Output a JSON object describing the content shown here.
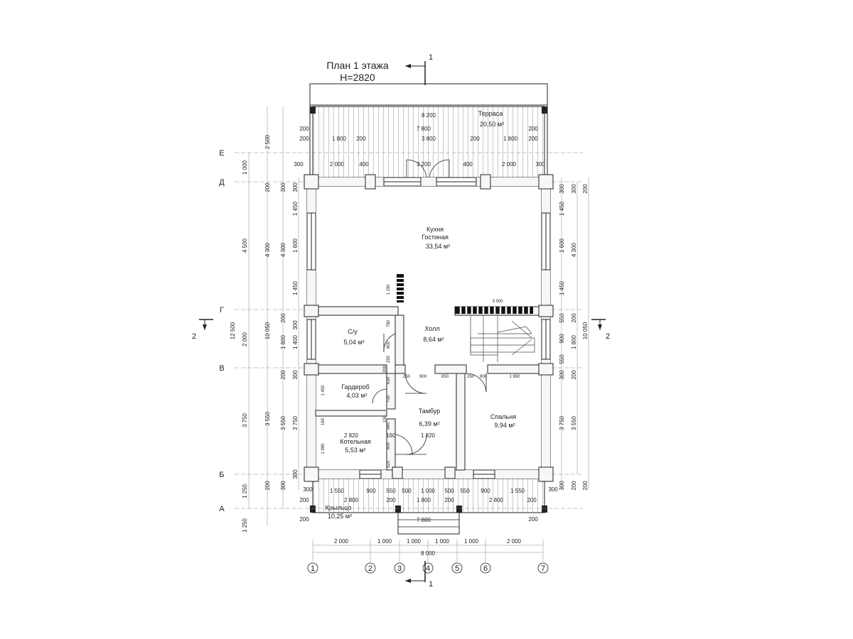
{
  "title": {
    "line1": "План 1 этажа",
    "line2": "H=2820"
  },
  "rooms": {
    "terrace": {
      "name": "Терраса",
      "area": "20,50 м²"
    },
    "kitchen": {
      "name1": "Кухня",
      "name2": "Гостиная",
      "area": "33,54 м²"
    },
    "wc": {
      "name": "С/у",
      "area": "5,04 м²"
    },
    "hall": {
      "name": "Холл",
      "area": "8,64 м²"
    },
    "wardrobe": {
      "name": "Гардероб",
      "area": "4,03 м²"
    },
    "tambour": {
      "name": "Тамбур",
      "area": "6,39 м²"
    },
    "bedroom": {
      "name": "Спальня",
      "area": "9,94 м²"
    },
    "boiler": {
      "name": "Котельная",
      "area": "5,53 м²"
    },
    "porch": {
      "name": "Крыльцо",
      "area": "10,25 м²"
    }
  },
  "axes": {
    "columns": [
      "1",
      "2",
      "3",
      "4",
      "5",
      "6",
      "7"
    ],
    "rows": [
      "Е",
      "Д",
      "Г",
      "В",
      "Б",
      "А"
    ]
  },
  "sections": {
    "s1": "1",
    "s2": "2"
  },
  "dims": {
    "terrace_8200": "8 200",
    "terrace_7800": "7 800",
    "terrace_3800": "3 800",
    "terrace_3200": "3 200",
    "d200": "200",
    "d1800": "1 800",
    "d2000": "2 000",
    "d300": "300",
    "d400": "400",
    "left_2500": "2 500",
    "left_1000": "1 000",
    "left_4500": "4 500",
    "left_2000": "2 000",
    "left_3750": "3 750",
    "left_1250": "1 250",
    "left_12500": "12 500",
    "left_10050": "10 050",
    "d1450": "1 450",
    "d1600": "1 600",
    "d4300": "4 300",
    "d1400": "1 400",
    "d3550": "3 550",
    "d550": "550",
    "d900": "900",
    "d1650": "1 650",
    "d3000": "3 000",
    "d250": "250",
    "d650": "650",
    "d2820": "2 820",
    "d160": "160",
    "d1820": "1 820",
    "d1550": "1 550",
    "d500": "500",
    "d1000": "1 000",
    "d2800": "2 800",
    "d8000": "8 000",
    "d1150": "1 150",
    "d780": "780",
    "d800": "800",
    "d630": "630",
    "d700": "700",
    "d540": "540",
    "d600": "600",
    "d520": "520",
    "d1980": "1 980",
    "d150": "150"
  }
}
